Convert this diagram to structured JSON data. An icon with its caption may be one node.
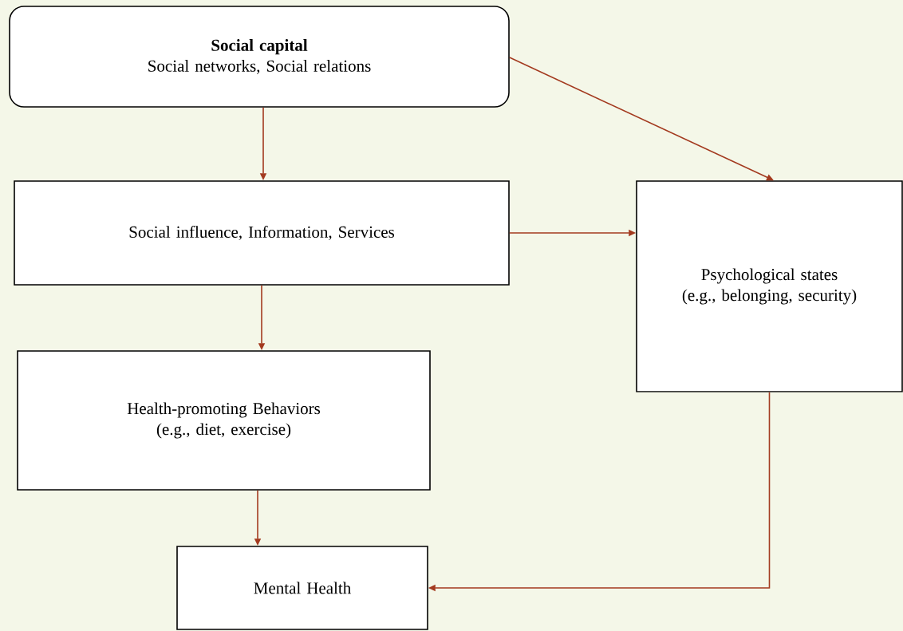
{
  "diagram": {
    "nodes": [
      {
        "text": [
          "Social capital",
          "Social networks, Social relations"
        ]
      },
      {
        "text": [
          "Social influence, Information, Services"
        ]
      },
      {
        "text": [
          "Psychological states",
          "(e.g., belonging, security)"
        ]
      },
      {
        "text": [
          "Health-promoting Behaviors",
          "(e.g., diet, exercise)"
        ]
      },
      {
        "text": [
          "Mental Health"
        ]
      }
    ],
    "edges": [
      {
        "from": 0,
        "to": 1,
        "arrow": "to"
      },
      {
        "from": 0,
        "to": 2,
        "arrow": "to"
      },
      {
        "from": 1,
        "to": 2,
        "arrow": "to"
      },
      {
        "from": 1,
        "to": 3,
        "arrow": "to"
      },
      {
        "from": 3,
        "to": 4,
        "arrow": "to"
      },
      {
        "from": 2,
        "to": 4,
        "arrow": "to"
      }
    ]
  }
}
